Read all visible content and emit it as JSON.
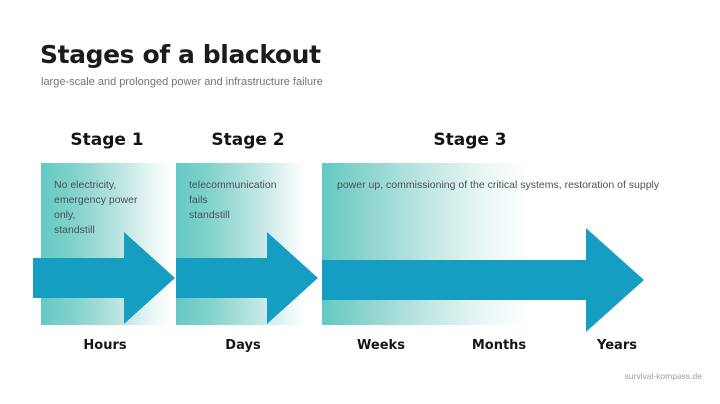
{
  "header": {
    "title": "Stages of a blackout",
    "subtitle": "large-scale and prolonged power and infrastructure failure"
  },
  "stages": [
    {
      "heading": "Stage 1",
      "body": "No electricity,\nemergency power\nonly,\nstandstill"
    },
    {
      "heading": "Stage 2",
      "body": "telecommunication\nfails\nstandstill"
    },
    {
      "heading": "Stage 3",
      "body": "power up,\ncommissioning of the critical systems,\nrestoration of supply"
    }
  ],
  "timeline": {
    "labels": [
      "Hours",
      "Days",
      "Weeks",
      "Months",
      "Years"
    ]
  },
  "attribution": "survival-kompass.de",
  "colors": {
    "arrow": "#159ec2",
    "box_gradient_start": "#63c9c3",
    "box_gradient_end": "#ffffff",
    "title": "#1c1c1c",
    "subtitle": "#6f757b",
    "body_text": "#4b5157",
    "attribution": "#9aa0a6",
    "background": "#ffffff"
  },
  "chart_data": {
    "type": "timeline",
    "title": "Stages of a blackout",
    "subtitle": "large-scale and prolonged power and infrastructure failure",
    "categories": [
      "Stage 1",
      "Stage 2",
      "Stage 3"
    ],
    "axis_ticks": [
      "Hours",
      "Days",
      "Weeks",
      "Months",
      "Years"
    ],
    "xlabel": "",
    "ylabel": "",
    "grid": false,
    "legend": "none",
    "annotations": [
      "No electricity, emergency power only, standstill",
      "telecommunication fails standstill",
      "power up, commissioning of the critical systems, restoration of supply"
    ],
    "segments": [
      {
        "stage": "Stage 1",
        "duration_label": "Hours",
        "span_start": 0,
        "span_end": 1
      },
      {
        "stage": "Stage 2",
        "duration_label": "Days",
        "span_start": 1,
        "span_end": 2
      },
      {
        "stage": "Stage 3",
        "duration_label": "Weeks to Years",
        "span_start": 2,
        "span_end": 5
      }
    ]
  }
}
